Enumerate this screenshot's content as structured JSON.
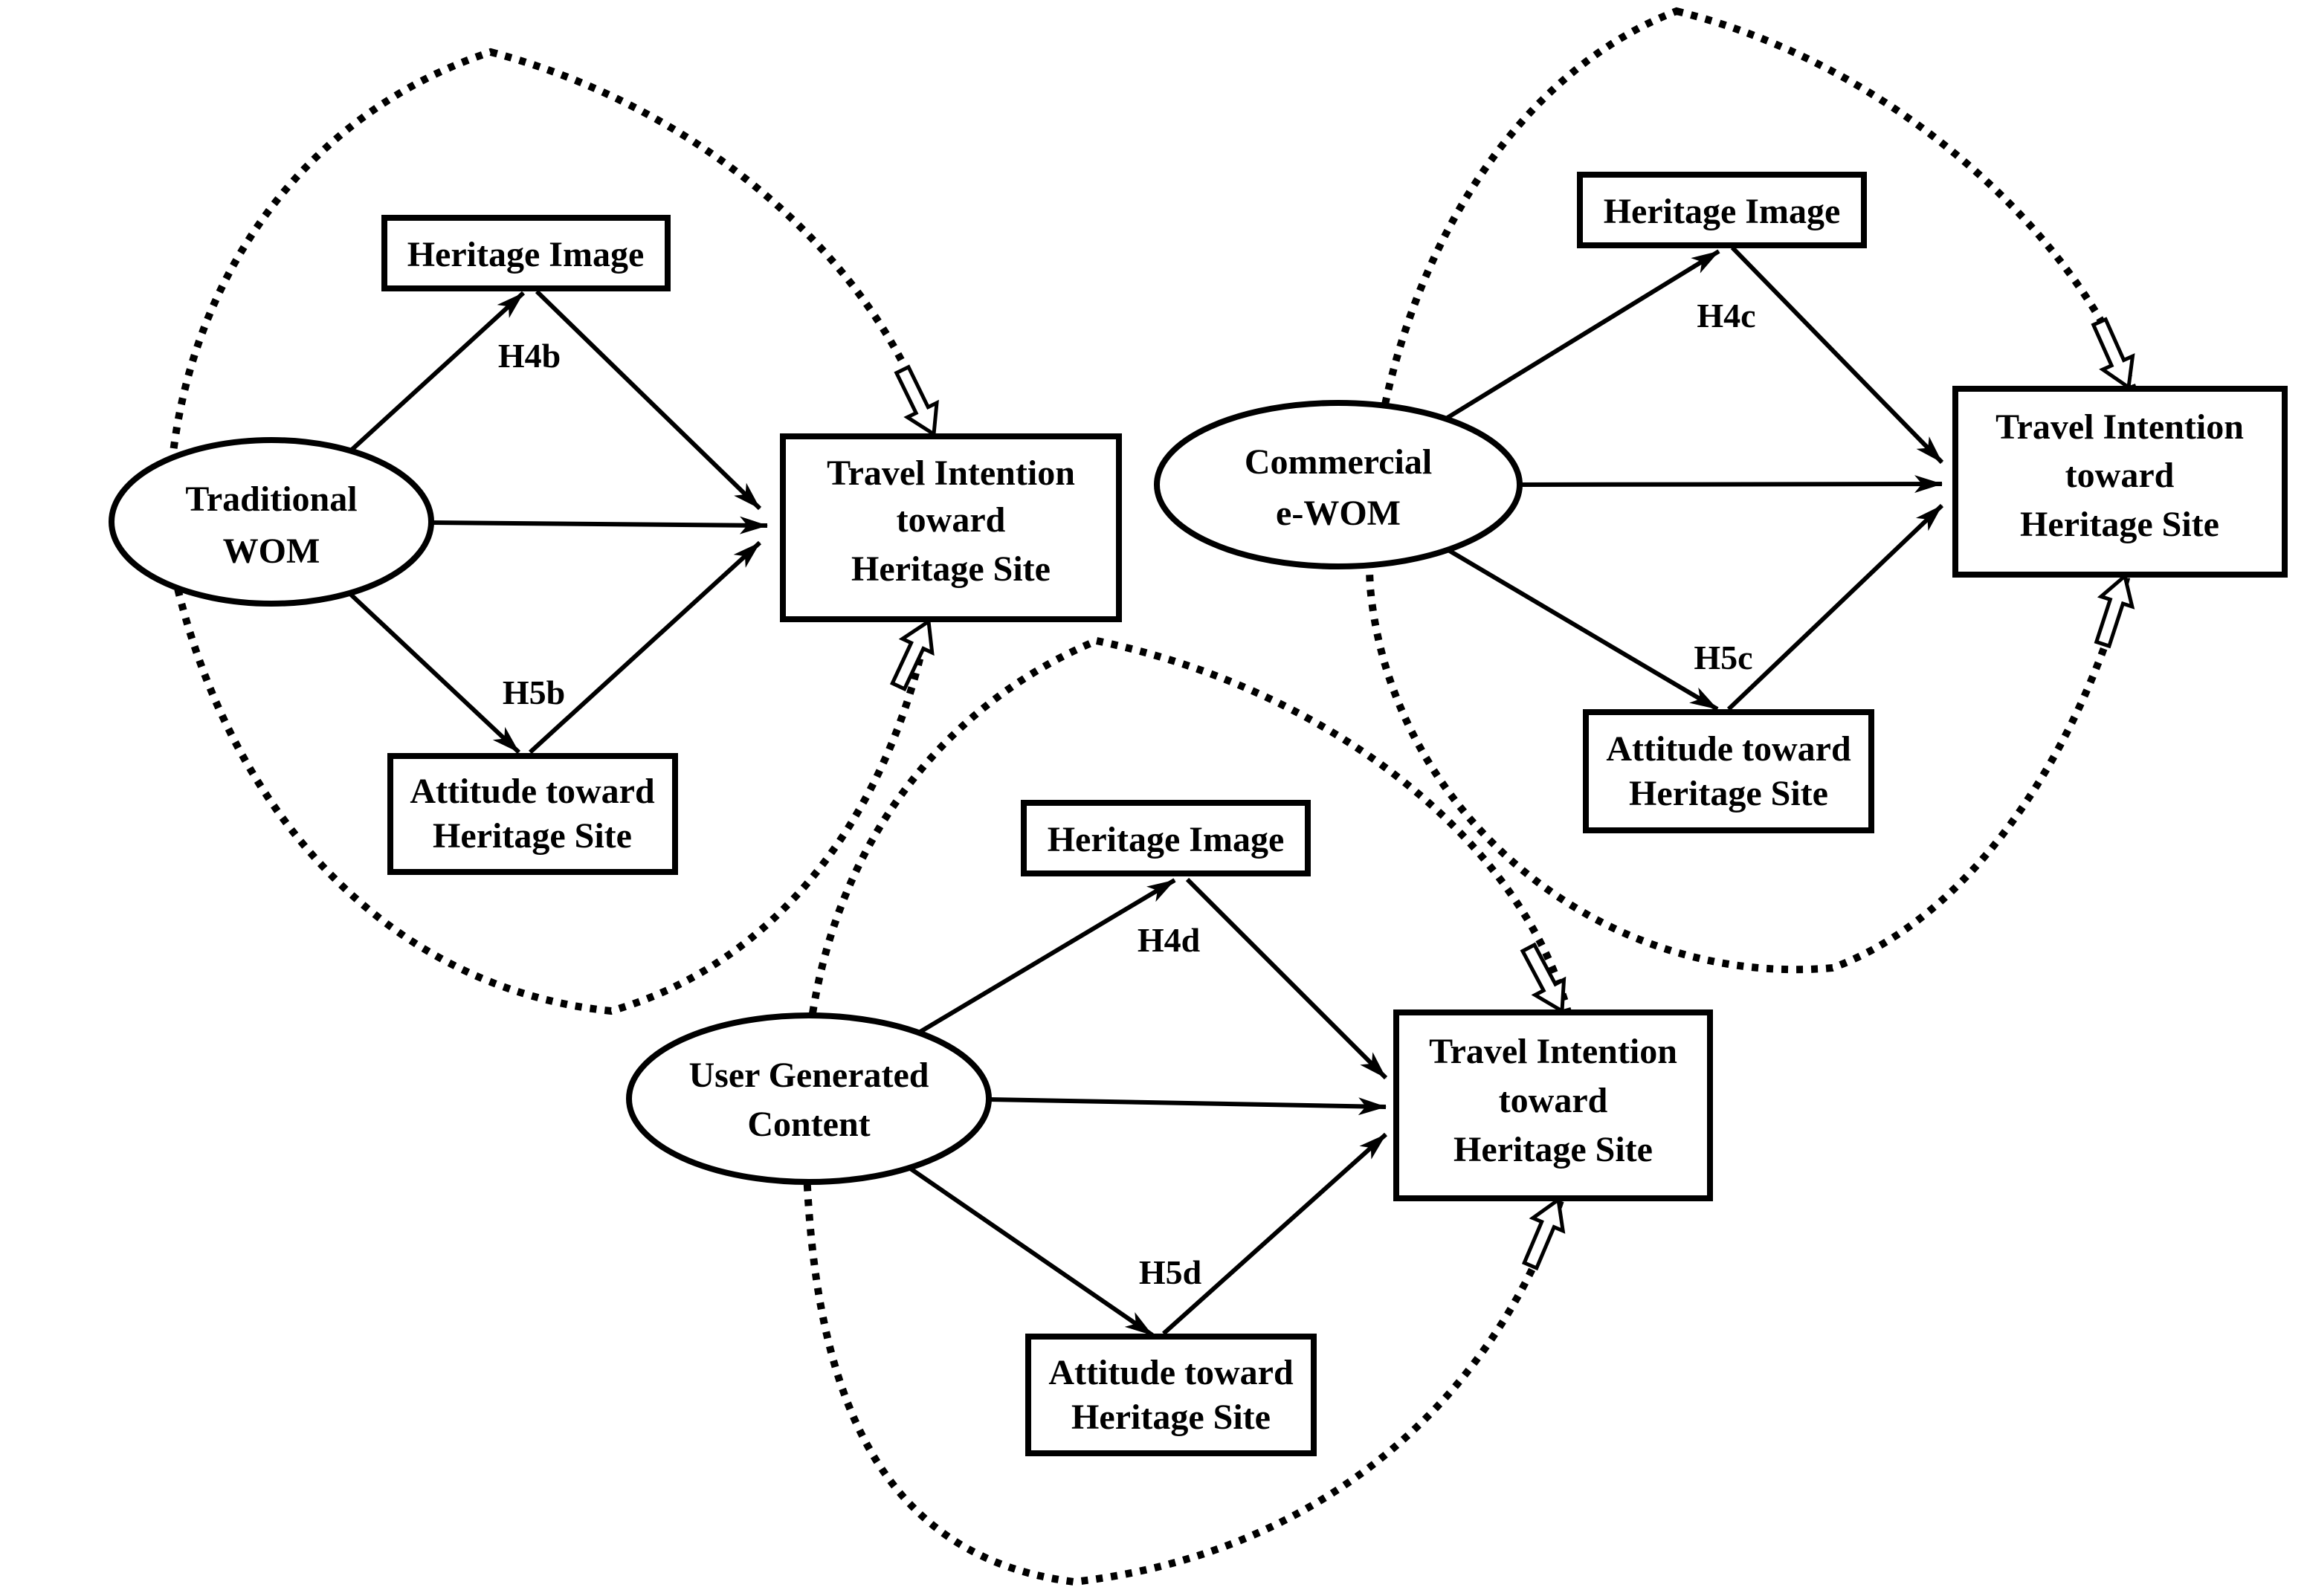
{
  "figure": {
    "type": "structural-path-diagram",
    "background_color": "#ffffff",
    "ink_color": "#000000",
    "mediators_shared": [
      "Heritage Image",
      "Attitude toward Heritage Site"
    ],
    "outcome_shared": "Travel Intention toward Heritage Site"
  },
  "models": [
    {
      "id": "traditional-wom",
      "source_line1": "Traditional",
      "source_line2": "WOM",
      "mediator_top": "Heritage Image",
      "mediator_bottom_line1": "Attitude toward",
      "mediator_bottom_line2": "Heritage Site",
      "outcome_line1": "Travel Intention",
      "outcome_line2": "toward",
      "outcome_line3": "Heritage Site",
      "h4_label": "H4b",
      "h5_label": "H5b"
    },
    {
      "id": "commercial-ewom",
      "source_line1": "Commercial",
      "source_line2": "e-WOM",
      "mediator_top": "Heritage Image",
      "mediator_bottom_line1": "Attitude toward",
      "mediator_bottom_line2": "Heritage Site",
      "outcome_line1": "Travel Intention",
      "outcome_line2": "toward",
      "outcome_line3": "Heritage Site",
      "h4_label": "H4c",
      "h5_label": "H5c"
    },
    {
      "id": "user-generated-content",
      "source_line1": "User Generated",
      "source_line2": "Content",
      "mediator_top": "Heritage Image",
      "mediator_bottom_line1": "Attitude toward",
      "mediator_bottom_line2": "Heritage Site",
      "outcome_line1": "Travel Intention",
      "outcome_line2": "toward",
      "outcome_line3": "Heritage Site",
      "h4_label": "H4d",
      "h5_label": "H5d"
    }
  ]
}
